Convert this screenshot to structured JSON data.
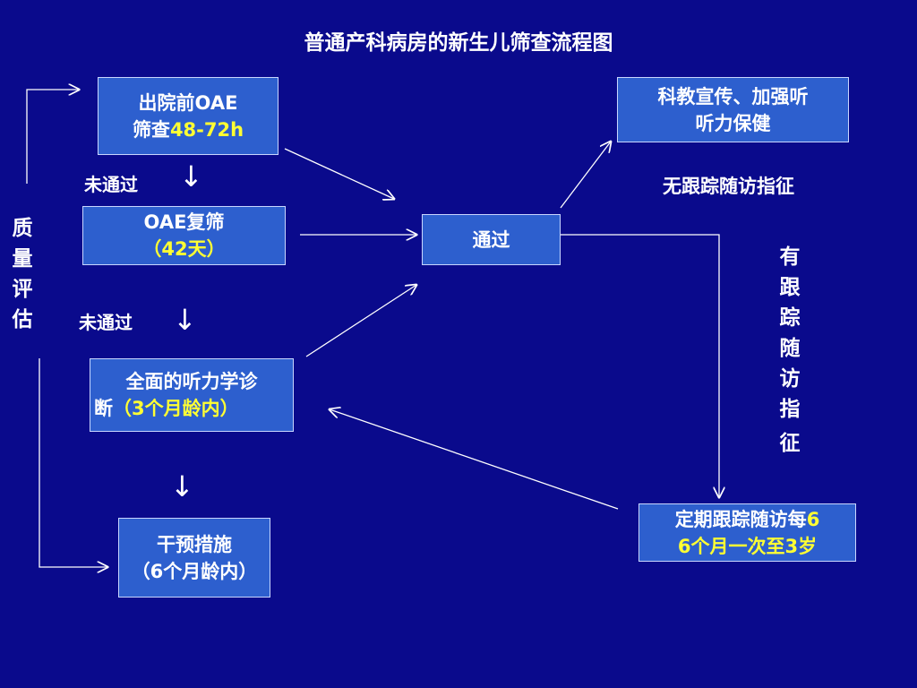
{
  "title": "普通产科病房的新生儿筛查流程图",
  "boxes": {
    "oae_before": {
      "line1": "出院前OAE",
      "line2_prefix": "筛查",
      "line2_highlight": "48-72h"
    },
    "oae_recheck": {
      "line1": "OAE复筛",
      "line2_highlight": "（42天）"
    },
    "full_diagnosis": {
      "line1": "全面的听力学诊",
      "line2_prefix": "断",
      "line2_highlight": "（3个月龄内）"
    },
    "intervention": {
      "line1": "干预措施",
      "line2": "（6个月龄内）"
    },
    "pass": {
      "label": "通过"
    },
    "education": {
      "line1": "科教宣传、加强听",
      "line2": "听力保健"
    },
    "followup": {
      "line1_prefix": "定期跟踪随访每",
      "line1_highlight": "6",
      "line2_highlight": "6个月一次至3岁"
    }
  },
  "labels": {
    "not_pass_1": "未通过",
    "not_pass_2": "未通过",
    "no_followup": "无跟踪随访指征",
    "has_followup": [
      "有",
      "跟",
      "踪",
      "随",
      "访",
      "指",
      "征"
    ],
    "quality": [
      "质",
      "量",
      "评",
      "估"
    ]
  },
  "glyphs": {
    "down_arrow": "↓"
  },
  "colors": {
    "background": "#0a0a8c",
    "box": "#2d5fce",
    "highlight": "#ffff33"
  }
}
